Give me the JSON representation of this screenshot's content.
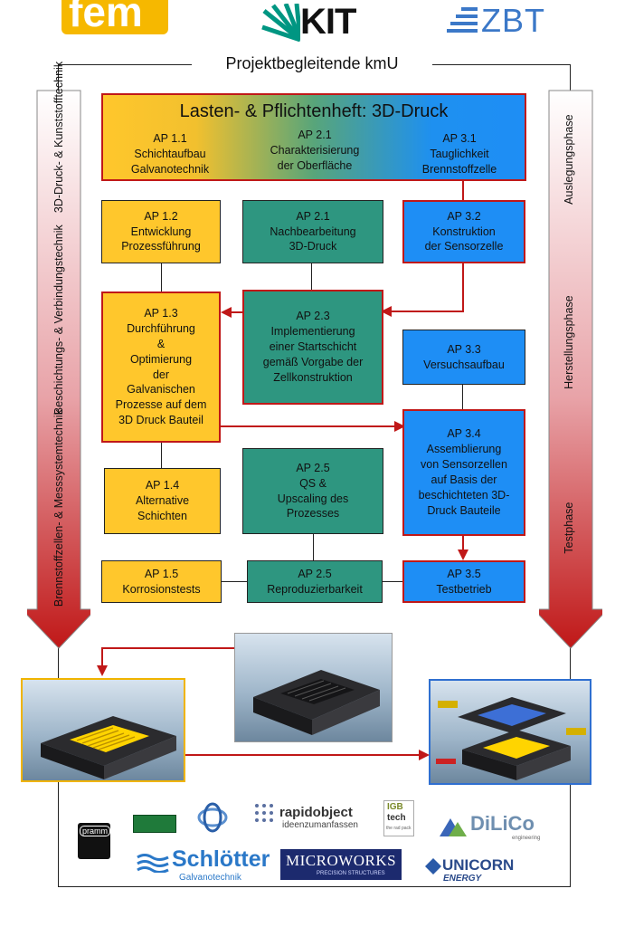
{
  "header_logos": {
    "fem": "fem",
    "kit": "KIT",
    "zbt": "ZBT"
  },
  "frame_title": "Projektbegleitende kmU",
  "left_labels": [
    "3D-Druck- & Kunststofftechnik",
    "Beschichtungs- & Verbindungstechnik",
    "Brennstoffzellen- & Messsystemtechnik"
  ],
  "right_labels": [
    "Auslegungsphase",
    "Herstellungsphase",
    "Testphase"
  ],
  "top_box": {
    "title": "Lasten- & Pflichtenheft: 3D-Druck",
    "items": [
      {
        "id": "AP 1.1",
        "line1": "Schichtaufbau",
        "line2": "Galvanotechnik"
      },
      {
        "id": "AP 2.1",
        "line1": "Charakterisierung",
        "line2": "der Oberfläche"
      },
      {
        "id": "AP 3.1",
        "line1": "Tauglichkeit",
        "line2": "Brennstoffzelle"
      }
    ]
  },
  "boxes": {
    "ap12": {
      "id": "AP 1.2",
      "line1": "Entwicklung",
      "line2": "Prozessführung"
    },
    "ap21b": {
      "id": "AP 2.1",
      "line1": "Nachbearbeitung",
      "line2": "3D-Druck"
    },
    "ap32": {
      "id": "AP 3.2",
      "line1": "Konstruktion",
      "line2": "der Sensorzelle"
    },
    "ap13": {
      "id": "AP 1.3",
      "lines": [
        "Durchführung",
        "&",
        "Optimierung",
        "der",
        "Galvanischen",
        "Prozesse auf dem",
        "3D Druck Bauteil"
      ]
    },
    "ap23": {
      "id": "AP 2.3",
      "lines": [
        "Implementierung",
        "einer Startschicht",
        "gemäß Vorgabe der",
        "Zellkonstruktion"
      ]
    },
    "ap33": {
      "id": "AP 3.3",
      "line1": "Versuchsaufbau"
    },
    "ap34": {
      "id": "AP 3.4",
      "lines": [
        "Assemblierung",
        "von Sensorzellen",
        "auf Basis der",
        "beschichteten 3D-",
        "Druck Bauteile"
      ]
    },
    "ap14": {
      "id": "AP 1.4",
      "line1": "Alternative",
      "line2": "Schichten"
    },
    "ap25": {
      "id": "AP 2.5",
      "lines": [
        "QS &",
        "Upscaling des",
        "Prozesses"
      ]
    },
    "ap15": {
      "id": "AP 1.5",
      "line1": "Korrosionstests"
    },
    "ap25b": {
      "id": "AP 2.5",
      "line1": "Reproduzierbarkeit"
    },
    "ap35": {
      "id": "AP 3.5",
      "line1": "Testbetrieb"
    }
  },
  "partner_logos": {
    "pramm": "pramm",
    "rapidobject": "rapidobject",
    "rapidobject_sub": "ideenzumanfassen",
    "igb_top": "IGB",
    "igb_bottom": "tech",
    "igb_sub": "the rad pack",
    "dilico": "DiLiCo",
    "dilico_sub": "engineering",
    "schloetter": "Schlötter",
    "schloetter_sub": "Galvanotechnik",
    "microworks": "MICROWORKS",
    "microworks_sub": "PRECISION STRUCTURES",
    "unicorn": "UNICORN",
    "unicorn_sub": "ENERGY"
  },
  "colors": {
    "yellow": "#ffc72c",
    "teal": "#2e9680",
    "blue": "#1e8ef5",
    "red": "#c01818"
  }
}
